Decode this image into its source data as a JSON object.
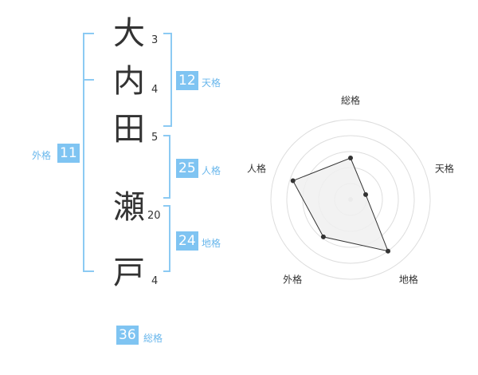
{
  "name": {
    "chars": [
      {
        "char": "大",
        "strokes": "3"
      },
      {
        "char": "内",
        "strokes": "4"
      },
      {
        "char": "田",
        "strokes": "5"
      },
      {
        "char": "瀬",
        "strokes": "20"
      },
      {
        "char": "戸",
        "strokes": "4"
      }
    ]
  },
  "fortune": {
    "tenkaku": {
      "value": "12",
      "label": "天格"
    },
    "jinkaku": {
      "value": "25",
      "label": "人格"
    },
    "chikaku": {
      "value": "24",
      "label": "地格"
    },
    "gaikaku": {
      "value": "11",
      "label": "外格"
    },
    "soukaku": {
      "value": "36",
      "label": "総格"
    }
  },
  "colors": {
    "accent": "#7fc4f2",
    "label_text": "#69b7ec",
    "bracket": "#8ccaf3",
    "radar_fill": "#f0f0f0",
    "radar_grid": "#dddddd",
    "radar_line": "#333333"
  },
  "chart_data": {
    "type": "radar",
    "axes": [
      "総格",
      "天格",
      "地格",
      "外格",
      "人格"
    ],
    "values": [
      2.6,
      1.0,
      4.0,
      2.9,
      3.8
    ],
    "rings": 5,
    "rmax": 5
  }
}
